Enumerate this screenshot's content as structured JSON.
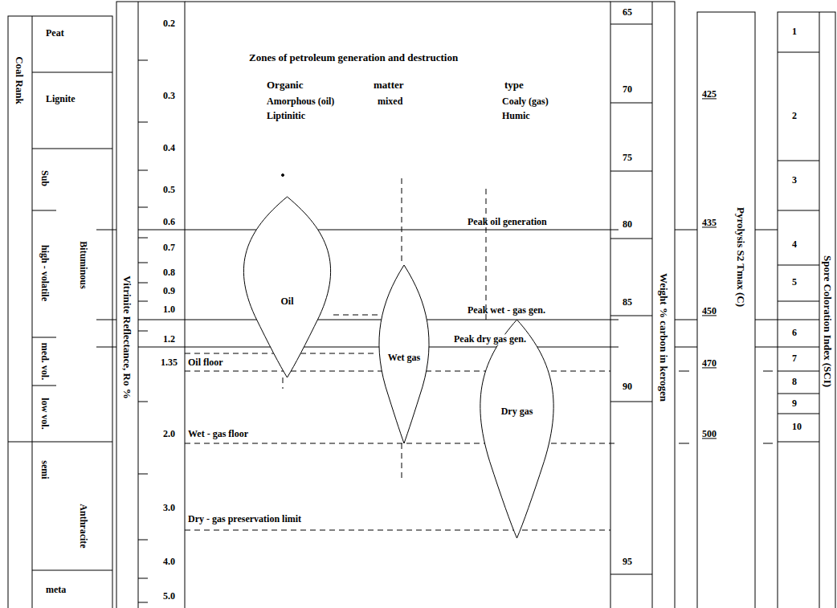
{
  "diagram": {
    "nodes": [
      {
        "text": [
          "Oil"
        ]
      },
      {
        "text": [
          "Wet gas"
        ]
      },
      {
        "text": [
          "Dry gas"
        ]
      }
    ],
    "labels": [
      "Coal Rank",
      "Peat",
      "Lignite",
      "Sub",
      "high - volatile",
      "Bituminous",
      "med. vol.",
      "low vol.",
      "semi",
      "Anthracite",
      "meta",
      "Vitrinite Reflectance, Ro %",
      "0.2",
      "0.3",
      "0.4",
      "0.5",
      "0.6",
      "0.7",
      "0.8",
      "0.9",
      "1.0",
      "1.2",
      "1.35",
      "2.0",
      "3.0",
      "4.0",
      "5.0",
      "Zones of petroleum generation and destruction",
      "Organic",
      "matter",
      "type",
      "Amorphous (oil)",
      "Liptinitic",
      "mixed",
      "Coaly (gas)",
      "Humic",
      "Peak oil generation",
      "Peak wet - gas gen.",
      "Peak dry gas gen.",
      "Oil floor",
      "Wet - gas floor",
      "Dry - gas preservation limit",
      "65",
      "70",
      "75",
      "80",
      "85",
      "90",
      "95",
      "Weight % carbon in kerogen",
      "425",
      "435",
      "450",
      "470",
      "500",
      "Pyrolysis S2 Tmax (C)",
      "1",
      "2",
      "3",
      "4",
      "5",
      "6",
      "7",
      "8",
      "9",
      "10",
      "Spore Coloration Index (SCI)"
    ]
  }
}
